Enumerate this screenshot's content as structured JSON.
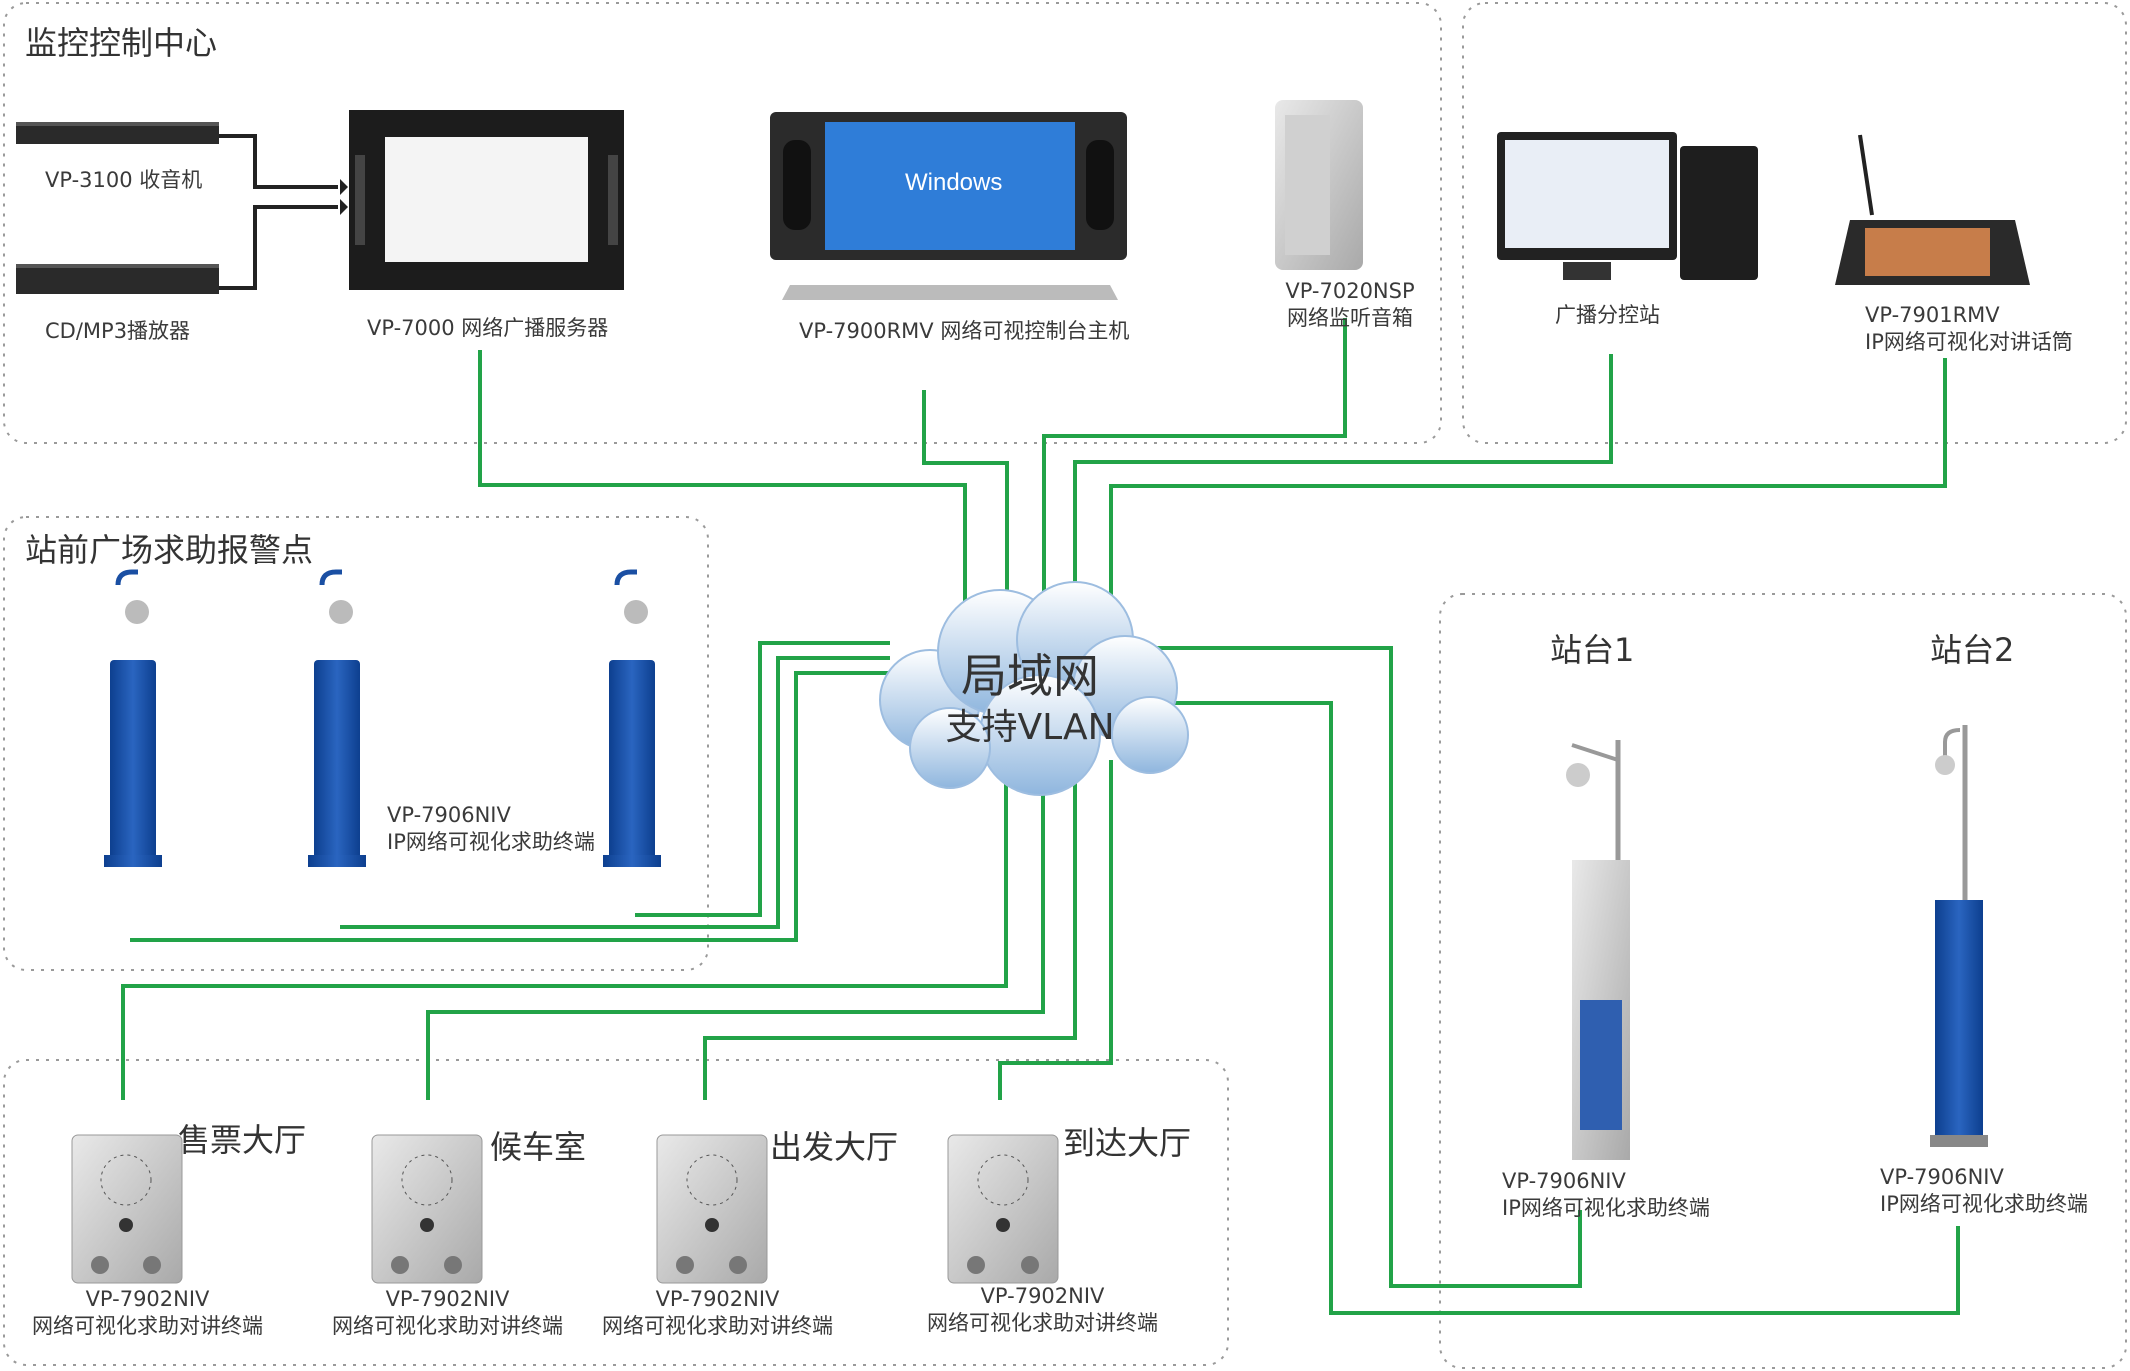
{
  "zones": {
    "monitor": "监控控制中心",
    "plaza": "站前广场求助报警点",
    "platform1": "站台1",
    "platform2": "站台2",
    "ticket": "售票大厅",
    "waiting": "候车室",
    "departure": "出发大厅",
    "arrival": "到达大厅"
  },
  "cloud": {
    "line1": "局域网",
    "line2": "支持VLAN"
  },
  "devices": {
    "vp3100": "VP-3100 收音机",
    "cd_player": "CD/MP3播放器",
    "vp7000": "VP-7000 网络广播服务器",
    "vp7900": "VP-7900RMV 网络可视控制台主机",
    "vp7020_model": "VP-7020NSP",
    "vp7020_name": "网络监听音箱",
    "pc": "广播分控站",
    "vp7901_model": "VP-7901RMV",
    "vp7901_name": "IP网络可视化对讲话筒",
    "vp7906_model": "VP-7906NIV",
    "vp7906_name": "IP网络可视化求助终端",
    "vp7902_model": "VP-7902NIV",
    "vp7902_name": "网络可视化求助对讲终端"
  },
  "colors": {
    "link": "#22a348",
    "zone_border": "#9a9a9a",
    "terminal_blue": "#1a4fa3"
  }
}
